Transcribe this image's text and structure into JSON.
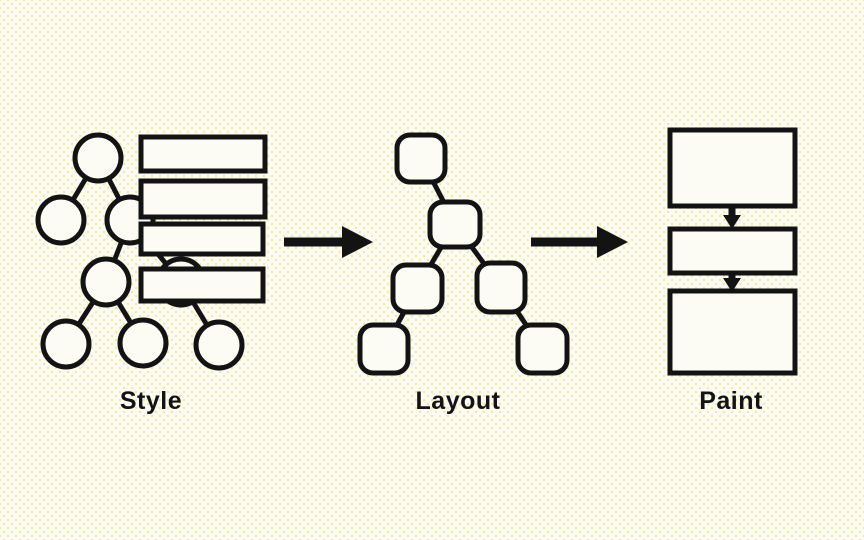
{
  "colors": {
    "background": "#fcfcf5",
    "dot": "#f0ea9e",
    "ink": "#131313"
  },
  "stages": [
    {
      "name": "style",
      "label": "Style"
    },
    {
      "name": "layout",
      "label": "Layout"
    },
    {
      "name": "paint",
      "label": "Paint"
    }
  ]
}
